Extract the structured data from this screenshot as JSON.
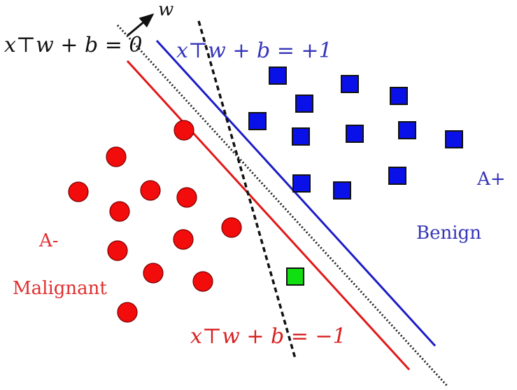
{
  "equations": {
    "decision": "x⊤w + b = 0",
    "positive": "x⊤w + b = +1",
    "negative": "x⊤w + b = −1",
    "weight": "w"
  },
  "classes": {
    "positive_tag": "A+",
    "positive_name": "Benign",
    "negative_tag": "A-",
    "negative_name": "Malignant"
  },
  "colors": {
    "positive": "#2020c0",
    "negative": "#e01010",
    "blue_square": "#0a10e8",
    "red_circle": "#f20c0c",
    "green_square": "#10e010",
    "ink": "#111111",
    "label_blue": "#3535b8",
    "label_red": "#e03030"
  },
  "legend_icons": {
    "positive": "blue-square",
    "negative": "red-circle",
    "query": "green-square"
  }
}
